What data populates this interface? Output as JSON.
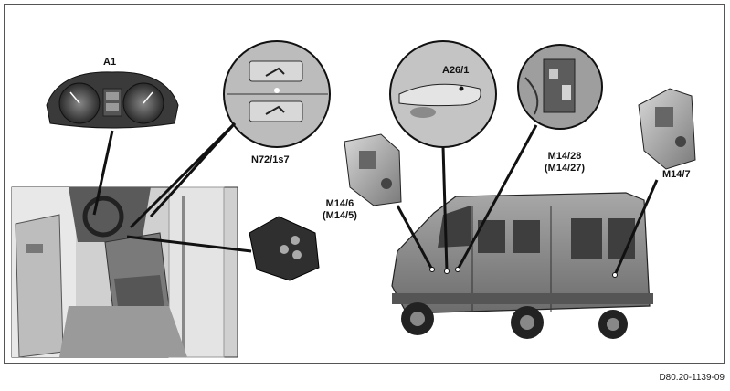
{
  "labels": {
    "instrument_cluster": "A1",
    "switch": "N72/1s7",
    "handle_sensor": "A26/1",
    "sliding_door_lock_line1": "M14/28",
    "sliding_door_lock_line2": "(M14/27)",
    "front_door_lock_line1": "M14/6",
    "front_door_lock_line2": "(M14/5)",
    "rear_door_lock": "M14/7"
  },
  "reference_code": "D80.20-1139-09",
  "colors": {
    "background": "#ffffff",
    "frame": "#555555",
    "van_body": "#8a8a8a",
    "leader_line": "#111111"
  }
}
